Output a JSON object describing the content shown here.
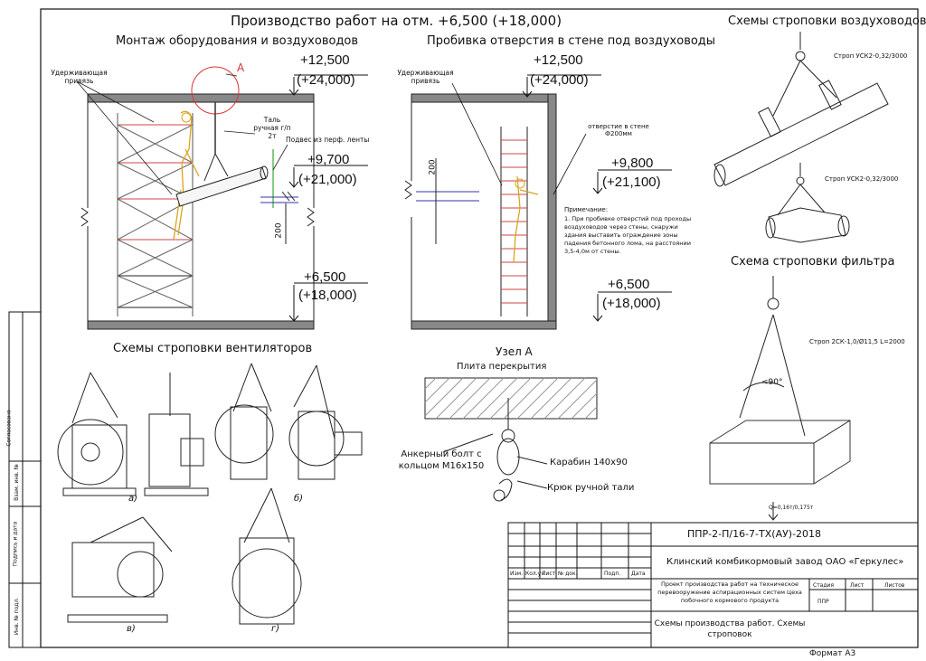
{
  "sheet": {
    "main_title": "Производство работ на отм. +6,500 (+18,000)",
    "format": "Формат А3"
  },
  "left_view": {
    "title": "Монтаж оборудования и воздуховодов",
    "restraint": "Удерживающая привязь",
    "node_ref": "А",
    "hoist": "Таль ручная г/п 2т",
    "hanger": "Подвес из перф. ленты",
    "dim_200": "200",
    "levels": {
      "top_a": "+12,500",
      "top_b": "(+24,000)",
      "mid_a": "+9,700",
      "mid_b": "(+21,000)",
      "bot_a": "+6,500",
      "bot_b": "(+18,000)"
    }
  },
  "center_view": {
    "title": "Пробивка отверстия в стене под воздуховоды",
    "restraint": "Удерживающая привязь",
    "opening": "отверстие в стене Ф200мм",
    "dim_200": "200",
    "note_title": "Примечание:",
    "note_text": "1. При пробивке отверстий под проходы воздуховодов через стены, снаружи здания выставить ограждение зоны падения бетонного лома, на расстоянии 3,5-4,0м от стены.",
    "levels": {
      "top_a": "+12,500",
      "top_b": "(+24,000)",
      "mid_a": "+9,800",
      "mid_b": "(+21,100)",
      "bot_a": "+6,500",
      "bot_b": "(+18,000)"
    }
  },
  "duct_slinging": {
    "title": "Схемы строповки воздуховодов",
    "sling1": "Строп УСК2-0,32/3000",
    "sling2": "Строп УСК2-0,32/3000"
  },
  "filter_slinging": {
    "title": "Схема строповки фильтра",
    "sling": "Строп 2СК-1,0/Ø11,5 L=2000",
    "angle": "<90°",
    "load": "Q=0,16т/0,175т"
  },
  "fan_slinging": {
    "title": "Схемы строповки вентиляторов",
    "labels": [
      "а)",
      "б)",
      "в)",
      "г)"
    ]
  },
  "node_a": {
    "title": "Узел А",
    "slab": "Плита перекрытия",
    "anchor": "Анкерный болт с кольцом М16x150",
    "carabiner": "Карабин 140x90",
    "hook": "Крюк ручной тали"
  },
  "stamp": {
    "code": "ППР-2-П/16-7-ТХ(АУ)-2018",
    "plant": "Клинский комбикормовый завод ОАО «Геркулес»",
    "project": "Проект производства работ на техническое перевооружение аспирационных систем Цеха побочного кормового продукта",
    "sheet_title": "Схемы производства работ. Схемы строповок",
    "stage_h": "Стадия",
    "sheet_h": "Лист",
    "sheets_h": "Листов",
    "stage_v": "ППР",
    "cols": [
      "Изм.",
      "Кол.уч",
      "Лист",
      "№ док.",
      "Подп.",
      "Дата"
    ]
  },
  "side_stamp": [
    "Согласовано",
    "Взам. инв. №",
    "Подпись и дата",
    "Инв. № подл."
  ]
}
